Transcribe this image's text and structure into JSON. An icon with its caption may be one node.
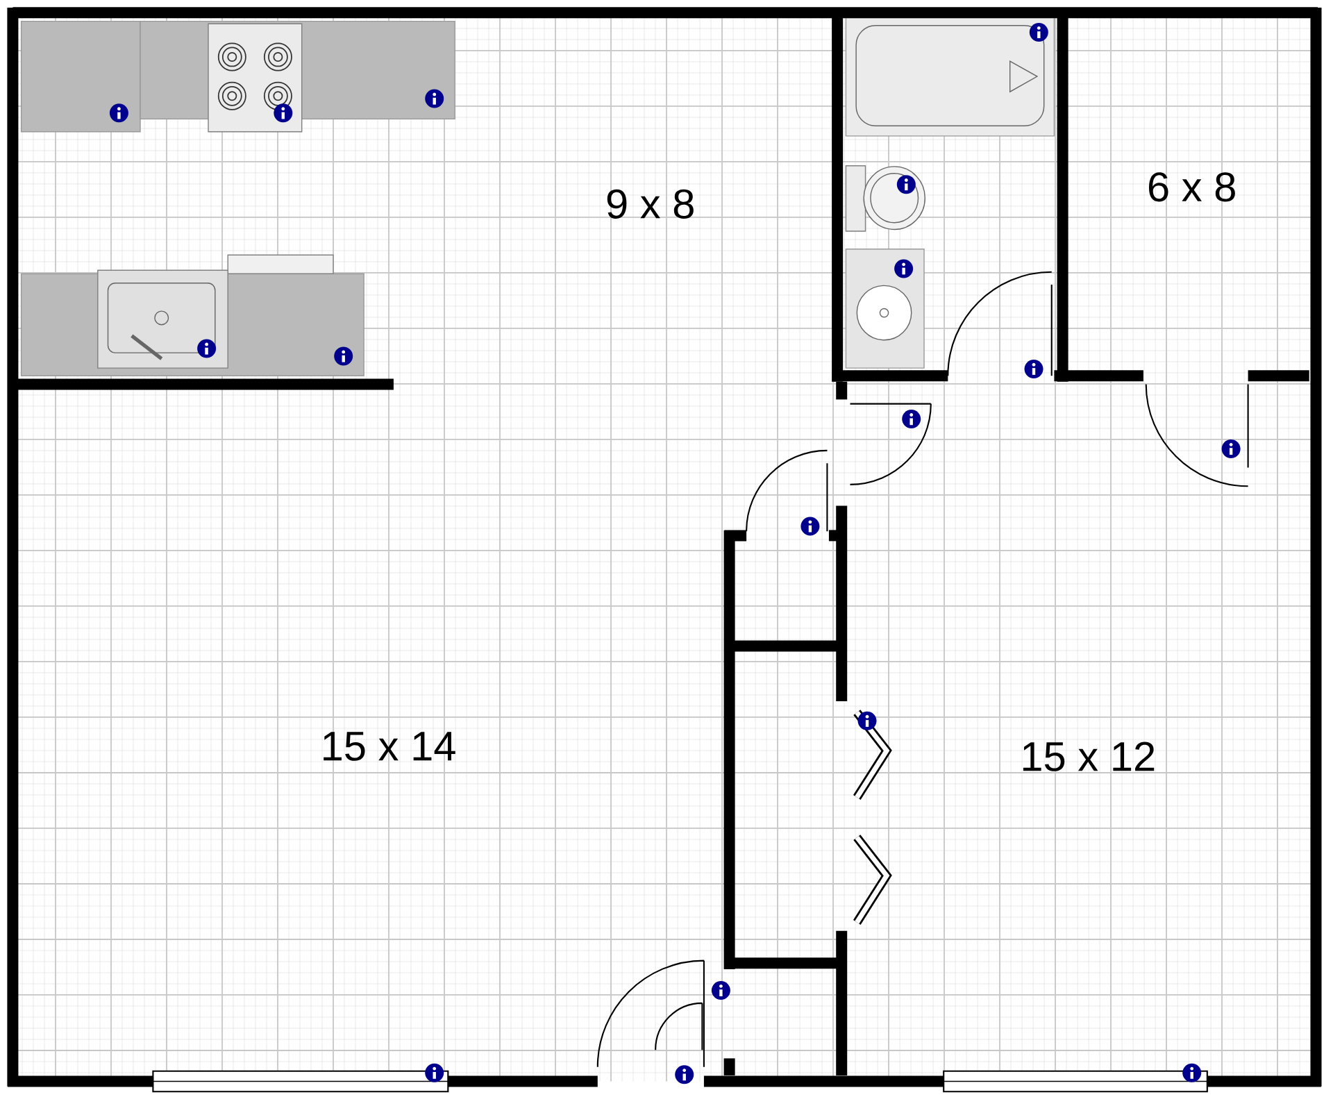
{
  "diagram": {
    "labels": [
      "9 x 8",
      "6 x 8",
      "15 x 14",
      "15 x 12"
    ]
  }
}
